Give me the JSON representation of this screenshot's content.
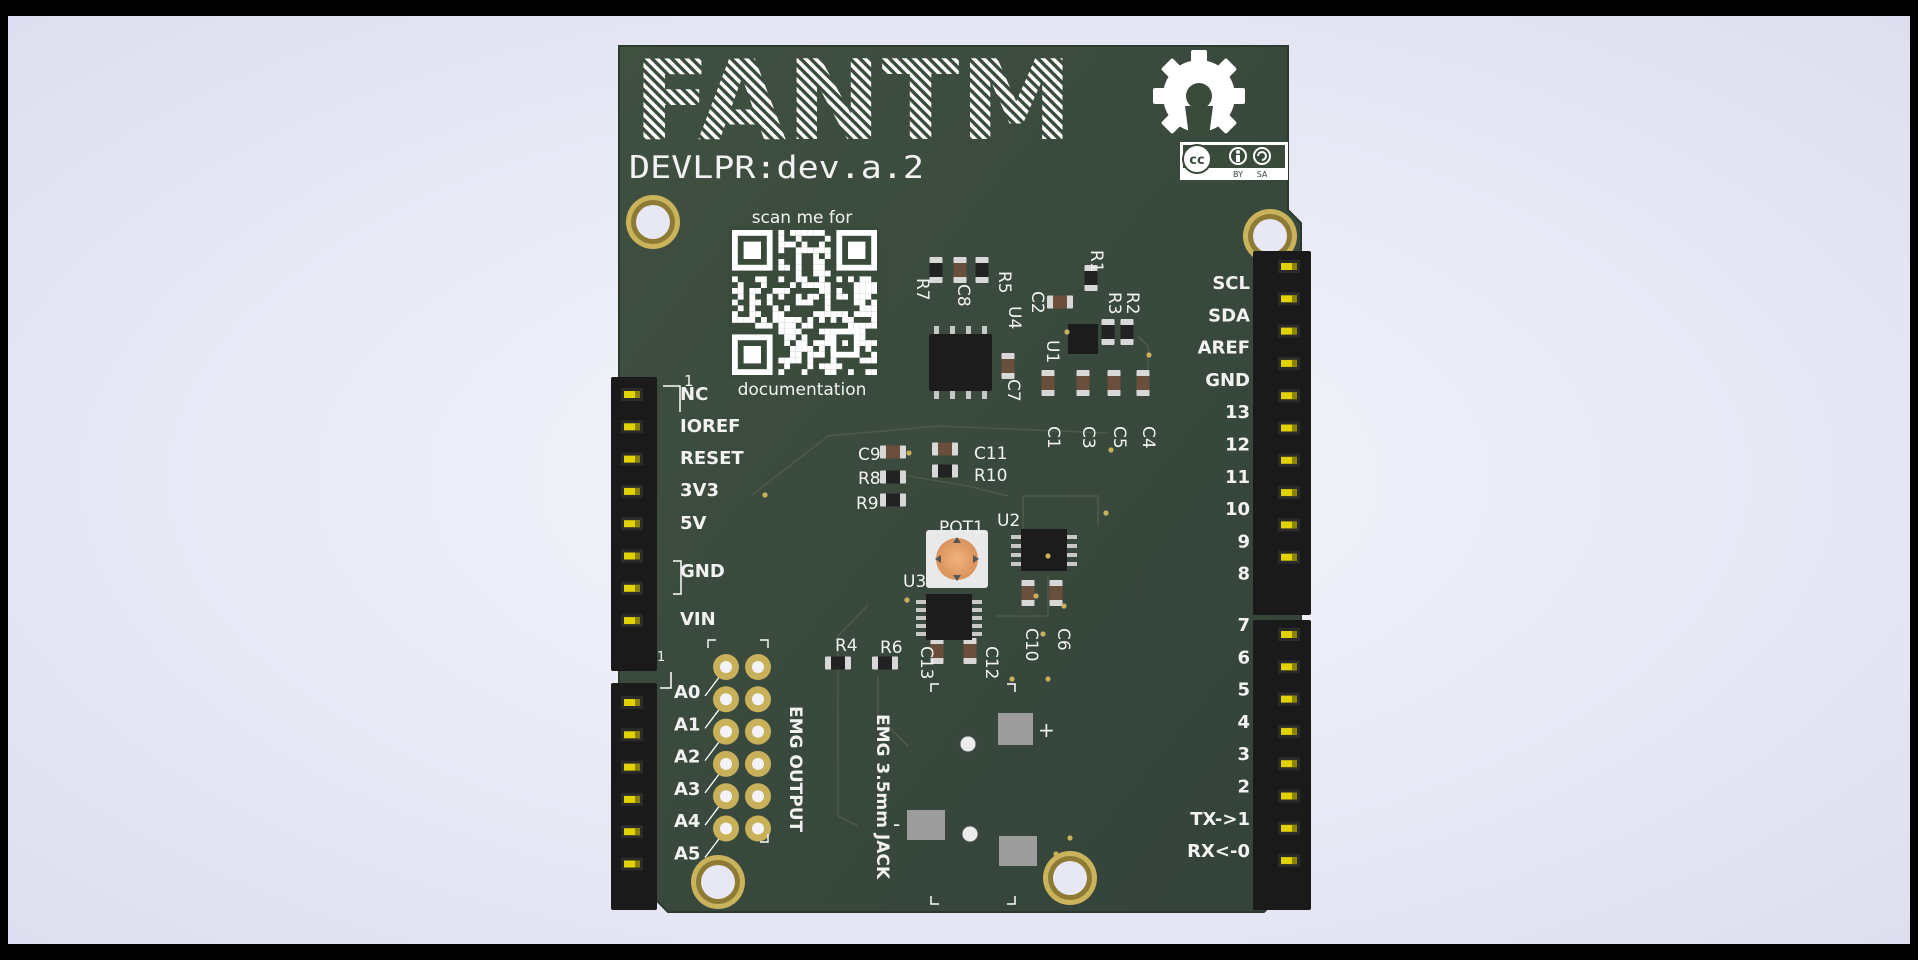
{
  "colors": {
    "pcb": "#3a4a3b",
    "silkscreen": "#ffffff",
    "copper_gold": "#c9b15a",
    "header_black": "#1a1a1a",
    "header_pin": "#e2d300",
    "pot_knob": "#e8a670"
  },
  "icons": [
    "open-hardware-gear-icon",
    "creative-commons-icon",
    "by-icon",
    "sa-icon",
    "qr-code-icon"
  ],
  "brand": {
    "logo": "FANTM",
    "version": "DEVLPR:dev.a.2"
  },
  "qr": {
    "caption_top": "scan me for",
    "caption_bottom": "documentation"
  },
  "license": {
    "by": "BY",
    "sa": "SA",
    "cc": "cc"
  },
  "left_header_top": {
    "pin1_marker": "1",
    "labels": [
      "NC",
      "IOREF",
      "RESET",
      "3V3",
      "5V",
      "GND",
      "VIN"
    ]
  },
  "left_header_bottom": {
    "pin1_marker": "1",
    "labels": [
      "A0",
      "A1",
      "A2",
      "A3",
      "A4",
      "A5"
    ]
  },
  "right_header_top": {
    "labels": [
      "SCL",
      "SDA",
      "AREF",
      "GND",
      "13",
      "12",
      "11",
      "10",
      "9",
      "8"
    ]
  },
  "right_header_bottom": {
    "labels": [
      "7",
      "6",
      "5",
      "4",
      "3",
      "2",
      "TX->1",
      "RX<-0"
    ]
  },
  "emg_output_label": "EMG OUTPUT",
  "jack_label": "EMG 3.5mm JACK",
  "jack_plus": "+",
  "jack_minus": "-",
  "refdes": {
    "R7": "R7",
    "C8": "C8",
    "R5": "R5",
    "R1": "R1",
    "C2": "C2",
    "R3": "R3",
    "R2": "R2",
    "U4": "U4",
    "U1": "U1",
    "C7": "C7",
    "C1": "C1",
    "C3": "C3",
    "C5": "C5",
    "C4": "C4",
    "C9": "C9",
    "C11": "C11",
    "R8": "R8",
    "R10": "R10",
    "R9": "R9",
    "POT1": "POT1",
    "U2": "U2",
    "U3": "U3",
    "C10": "C10",
    "C6": "C6",
    "R4": "R4",
    "R6": "R6",
    "C13": "C13",
    "C12": "C12"
  }
}
